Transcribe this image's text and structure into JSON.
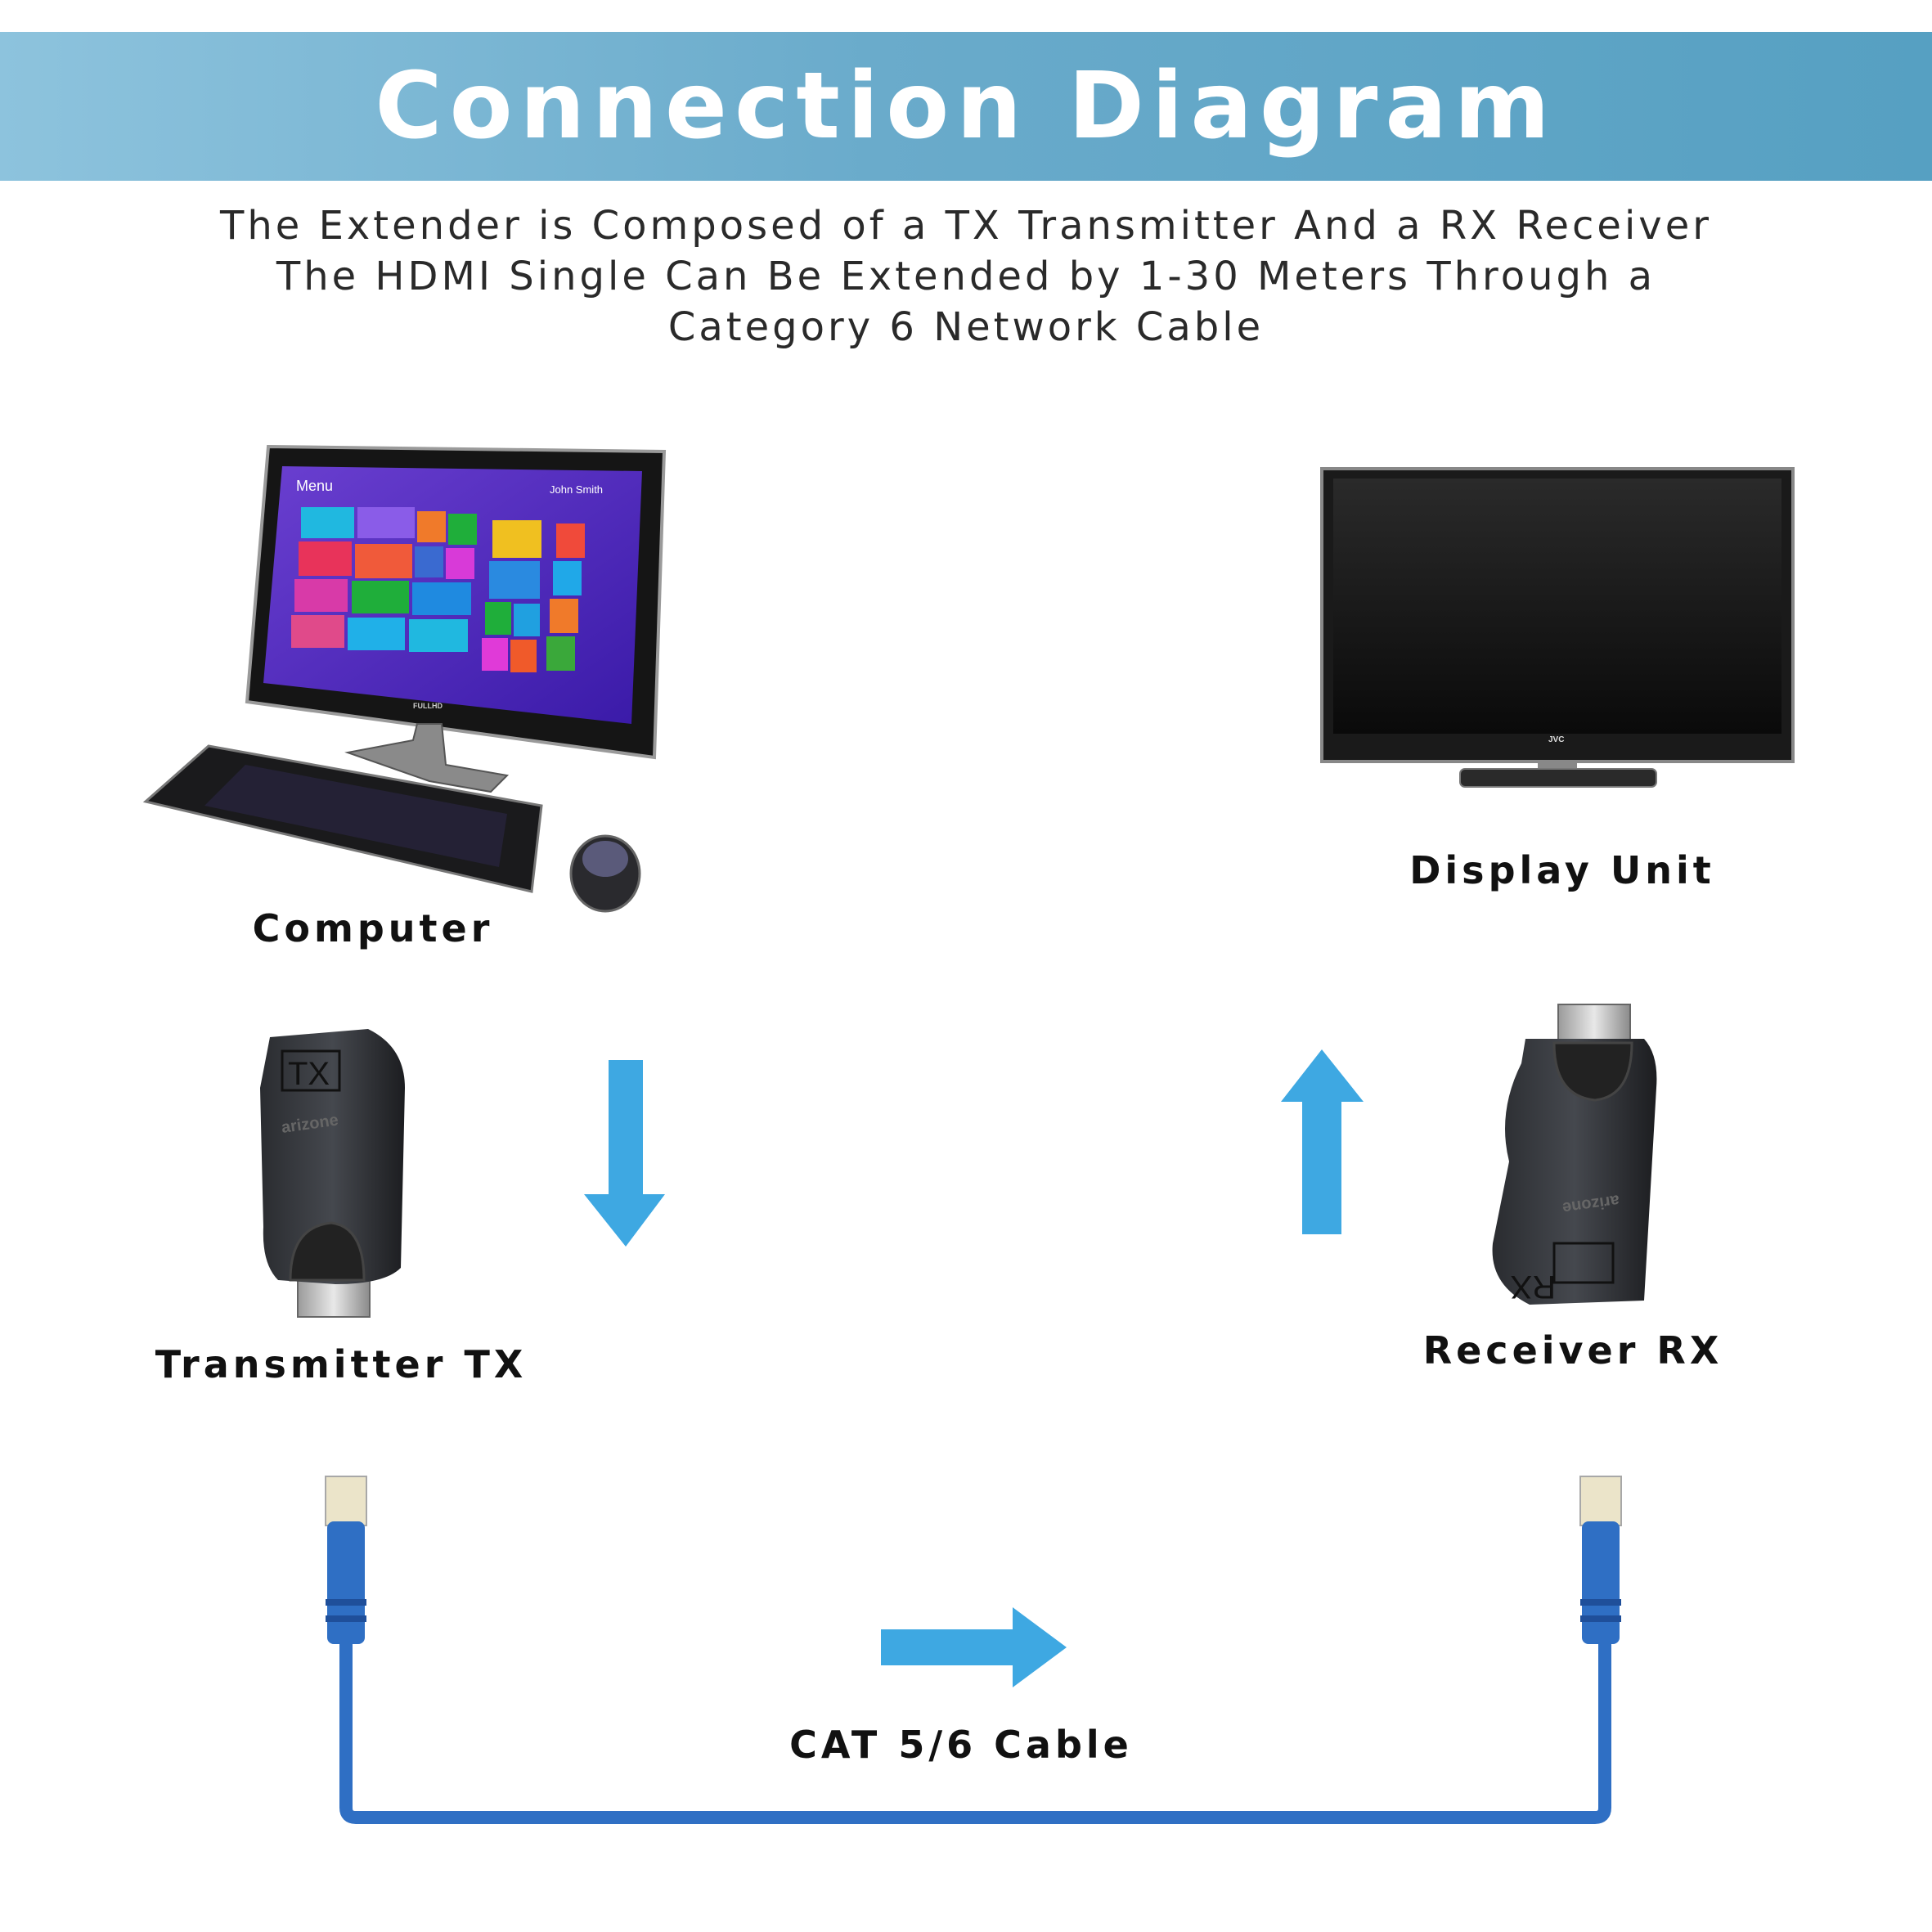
{
  "header": {
    "title": "Connection Diagram"
  },
  "description": {
    "lines": [
      "The Extender is Composed of a TX Transmitter And a RX Receiver",
      "The HDMI Single Can Be Extended by 1-30 Meters Through a",
      "Category 6 Network Cable"
    ]
  },
  "nodes": {
    "computer": {
      "label": "Computer",
      "screen_menu": "Menu",
      "screen_user": "John Smith",
      "brand": "FULLHD"
    },
    "display": {
      "label": "Display Unit",
      "brand": "JVC"
    },
    "transmitter": {
      "label": "Transmitter TX",
      "badge": "TX",
      "logo": "arizone"
    },
    "receiver": {
      "label": "Receiver RX",
      "badge": "RX",
      "logo": "arizone"
    },
    "cable": {
      "label": "CAT 5/6 Cable"
    }
  },
  "colors": {
    "banner_start": "#8dc3dd",
    "banner_end": "#56a0c2",
    "arrow": "#3ea8e2",
    "cable": "#2f6fc4"
  }
}
